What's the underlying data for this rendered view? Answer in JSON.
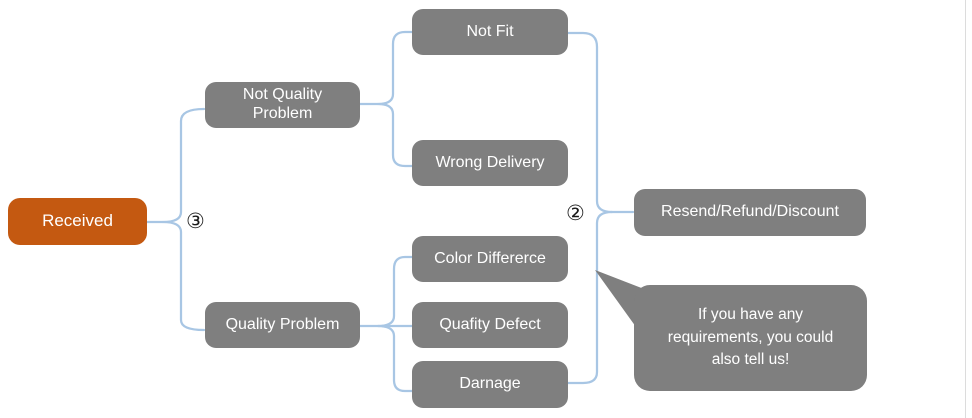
{
  "diagram": {
    "nodes": {
      "received": "Received",
      "not_quality_problem": "Not Quality Problem",
      "quality_problem": "Quality Problem",
      "not_fit": "Not Fit",
      "wrong_delivery": "Wrong Delivery",
      "color_differerce": "Color Differerce",
      "quafity_defect": "Quafity Defect",
      "darnage": "Darnage",
      "resolution": "Resend/Refund/Discount"
    },
    "junction_numbers": {
      "left": "③",
      "right": "②"
    },
    "callout": {
      "text": "If you have any requirements, you could also tell us!"
    },
    "colors": {
      "root_fill": "#C45911",
      "node_fill": "#7F7F7F",
      "callout_fill": "#7F7F7F",
      "connector": "#A8C6E4",
      "node_text": "#FFFFFF",
      "junction_text": "#1A1A1A"
    }
  }
}
